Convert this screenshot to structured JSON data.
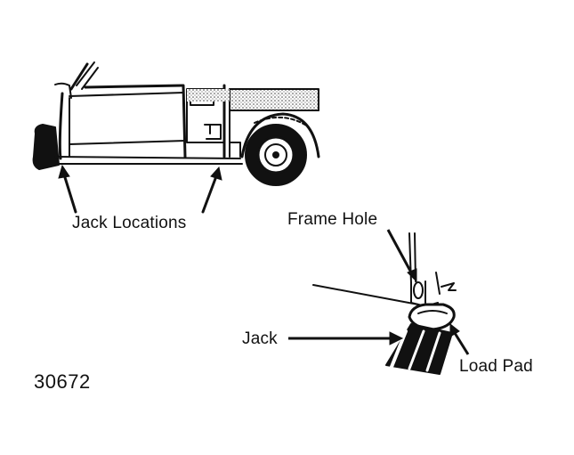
{
  "labels": {
    "jack_locations": "Jack Locations",
    "frame_hole": "Frame Hole",
    "jack": "Jack",
    "load_pad": "Load Pad"
  },
  "figure_number": "30672"
}
